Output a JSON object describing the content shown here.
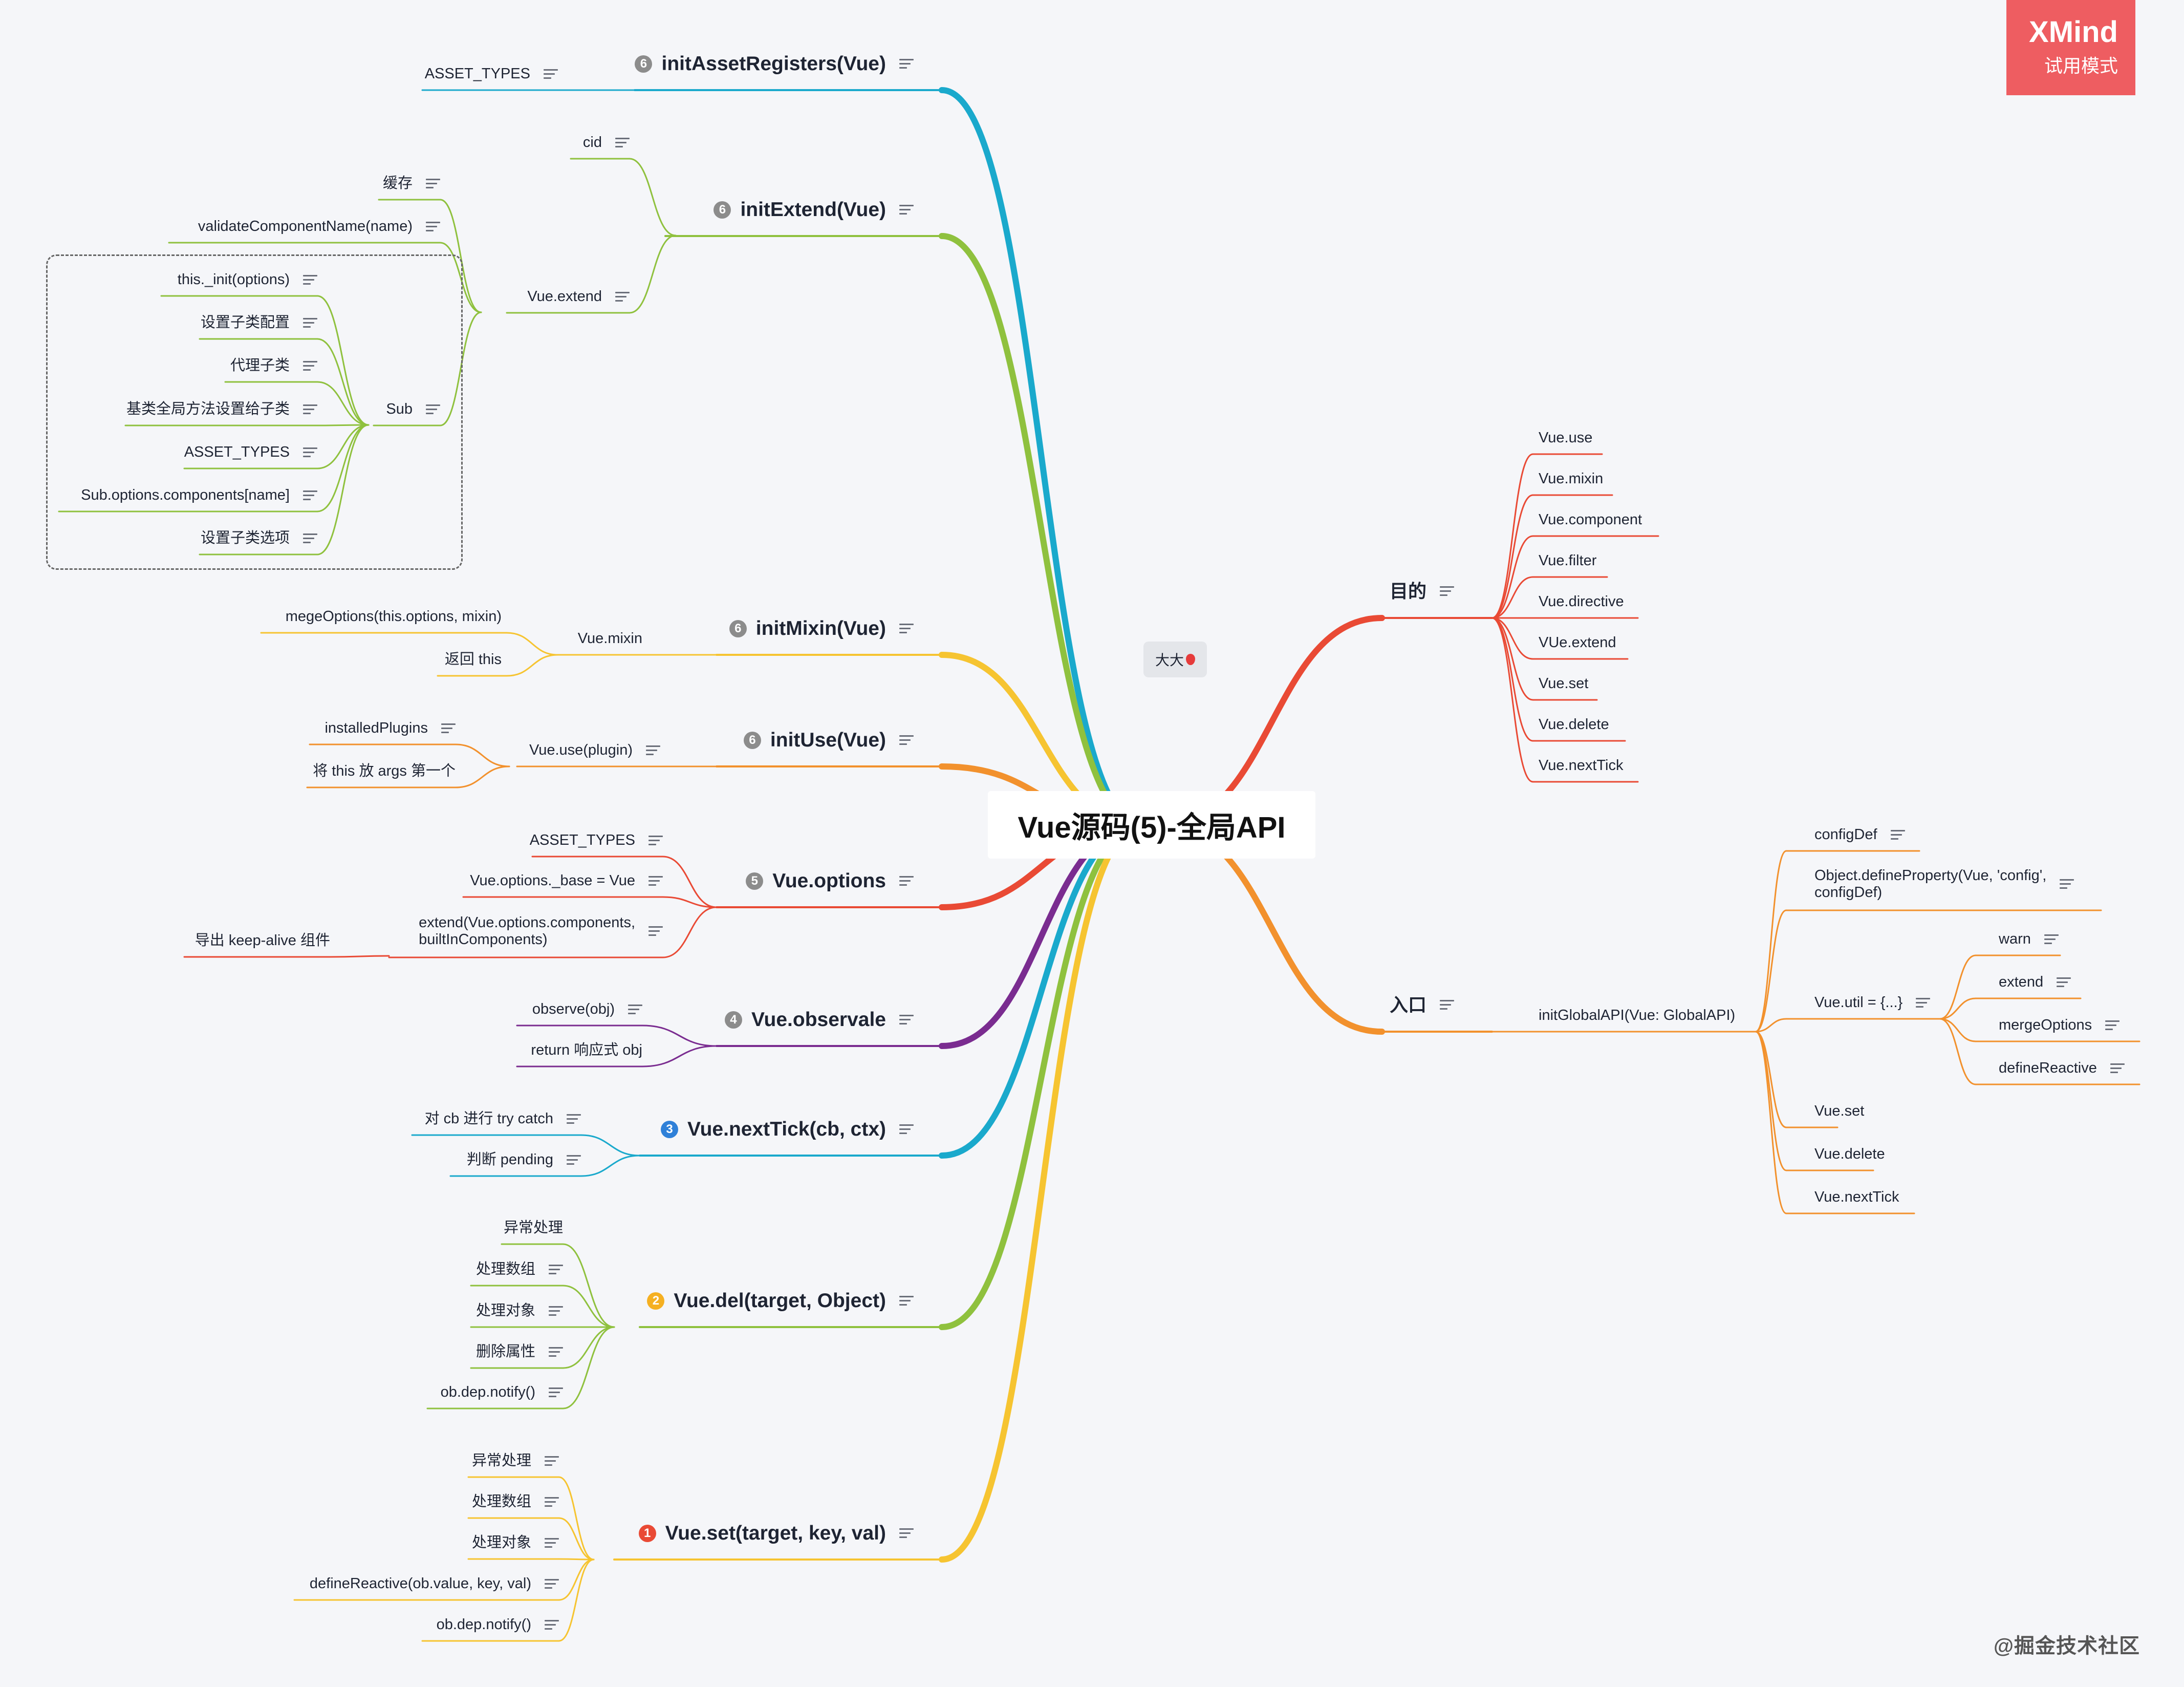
{
  "root": {
    "title": "Vue源码(5)-全局API"
  },
  "floating_topic": {
    "label": "大大"
  },
  "xmind_badge": {
    "brand": "XMind",
    "mode": "试用模式"
  },
  "watermark": "@掘金技术社区",
  "branches": {
    "b1": {
      "label": "initAssetRegisters(Vue)",
      "badge": "6",
      "color": "#1aa9cc"
    },
    "b2": {
      "label": "initExtend(Vue)",
      "badge": "6",
      "color": "#8fc13e"
    },
    "b3": {
      "label": "initMixin(Vue)",
      "badge": "6",
      "color": "#f6c431"
    },
    "b4": {
      "label": "initUse(Vue)",
      "badge": "6",
      "color": "#f2912d"
    },
    "b5": {
      "label": "Vue.options",
      "badge": "5",
      "color": "#e94a35"
    },
    "b6": {
      "label": "Vue.observale",
      "badge": "4",
      "color": "#7a2c90"
    },
    "b7": {
      "label": "Vue.nextTick(cb, ctx)",
      "badge": "3",
      "color": "#1aa9cc"
    },
    "b8": {
      "label": "Vue.del(target, Object)",
      "badge": "2",
      "color": "#8fc13e"
    },
    "b9": {
      "label": "Vue.set(target, key, val)",
      "badge": "1",
      "color": "#f6c431"
    },
    "r1": {
      "label": "目的",
      "color": "#e94a35"
    },
    "r2": {
      "label": "入口",
      "color": "#f2912d"
    }
  },
  "badge_colors": {
    "gray": "#8c8c8c",
    "blue": "#2f80d8",
    "yellow": "#f5b022",
    "red": "#e94a35"
  },
  "nodes": {
    "b1_asset": "ASSET_TYPES",
    "b2_cid": "cid",
    "b2_extend": "Vue.extend",
    "b2_cache": "缓存",
    "b2_validate": "validateComponentName(name)",
    "b2_sub": "Sub",
    "b2_s1": "this._init(options)",
    "b2_s2": "设置子类配置",
    "b2_s3": "代理子类",
    "b2_s4": "基类全局方法设置给子类",
    "b2_s5": "ASSET_TYPES",
    "b2_s6": "Sub.options.components[name]",
    "b2_s7": "设置子类选项",
    "b3_mixin": "Vue.mixin",
    "b3_m1": "megeOptions(this.options, mixin)",
    "b3_m2": "返回 this",
    "b4_use": "Vue.use(plugin)",
    "b4_u1": "installedPlugins",
    "b4_u2": "将 this 放 args 第一个",
    "b5_o1": "ASSET_TYPES",
    "b5_o2": "Vue.options._base = Vue",
    "b5_o3": "extend(Vue.options.components,\nbuiltInComponents)",
    "b5_o4": "导出 keep-alive 组件",
    "b6_o1": "observe(obj)",
    "b6_o2": "return 响应式 obj",
    "b7_n1": "对 cb 进行 try catch",
    "b7_n2": "判断 pending",
    "b8_d1": "异常处理",
    "b8_d2": "处理数组",
    "b8_d3": "处理对象",
    "b8_d4": "删除属性",
    "b8_d5": "ob.dep.notify()",
    "b9_s1": "异常处理",
    "b9_s2": "处理数组",
    "b9_s3": "处理对象",
    "b9_s4": "defineReactive(ob.value, key, val)",
    "b9_s5": "ob.dep.notify()",
    "r1_1": "Vue.use",
    "r1_2": "Vue.mixin",
    "r1_3": "Vue.component",
    "r1_4": "Vue.filter",
    "r1_5": "Vue.directive",
    "r1_6": "VUe.extend",
    "r1_7": "Vue.set",
    "r1_8": "Vue.delete",
    "r1_9": "Vue.nextTick",
    "r2_init": "initGlobalAPI(Vue: GlobalAPI)",
    "r2_c1": "configDef",
    "r2_c2": "Object.defineProperty(Vue, 'config',\nconfigDef)",
    "r2_c3": "Vue.util = {...}",
    "r2_u1": "warn",
    "r2_u2": "extend",
    "r2_u3": "mergeOptions",
    "r2_u4": "defineReactive",
    "r2_c4": "Vue.set",
    "r2_c5": "Vue.delete",
    "r2_c6": "Vue.nextTick"
  }
}
